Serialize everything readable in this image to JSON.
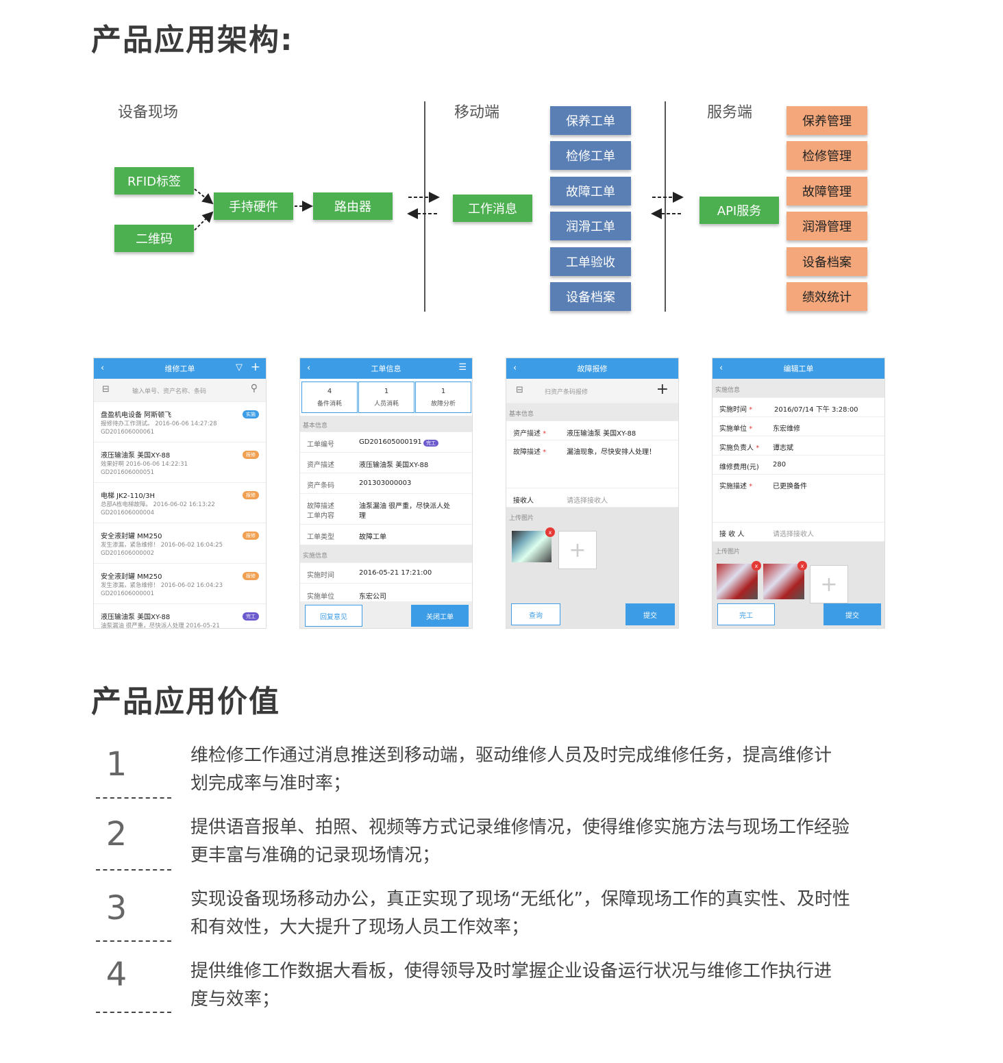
{
  "title1": "产品应用架构:",
  "arch": {
    "field_label": "设备现场",
    "mobile_label": "移动端",
    "server_label": "服务端",
    "rfid": "RFID标签",
    "qrcode": "二维码",
    "handheld": "手持硬件",
    "router": "路由器",
    "work_msg": "工作消息",
    "api": "API服务",
    "mobile_items": [
      "保养工单",
      "检修工单",
      "故障工单",
      "润滑工单",
      "工单验收",
      "设备档案"
    ],
    "server_items": [
      "保养管理",
      "检修管理",
      "故障管理",
      "润滑管理",
      "设备档案",
      "绩效统计"
    ],
    "colors": {
      "green": "#4caf50",
      "blue": "#5a7fb5",
      "orange": "#f3a77a"
    }
  },
  "phone1": {
    "title": "维修工单",
    "search_placeholder": "输入单号、资产名称、条码",
    "items": [
      {
        "t": "盘盈机电设备 阿斯顿飞",
        "d": "报修待办工作测试。 2016-06-06 14:27:28",
        "c": "GD201606000061",
        "tag": "实施",
        "color": "#3d9ce6"
      },
      {
        "t": "液压输油泵 美国XY-88",
        "d": "效果好啊 2016-06-06 14:22:31",
        "c": "GD201606000051",
        "tag": "报修",
        "color": "#f0a050"
      },
      {
        "t": "电梯 JK2-110/3H",
        "d": "总部A栋电梯故障。 2016-06-02 16:13:22",
        "c": "GD201606000004",
        "tag": "报修",
        "color": "#f0a050"
      },
      {
        "t": "安全液封罐 MM250",
        "d": "发生渗漏，紧急维修！ 2016-06-02 16:04:25",
        "c": "GD201606000002",
        "tag": "报修",
        "color": "#f0a050"
      },
      {
        "t": "安全液封罐 MM250",
        "d": "发生渗漏，紧急维修！ 2016-06-02 16:04:23",
        "c": "GD201606000001",
        "tag": "报修",
        "color": "#f0a050"
      },
      {
        "t": "液压输油泵 美国XY-88",
        "d": "油泵漏油 很严重，尽快派人处理 2016-05-21",
        "c": "",
        "tag": "完工",
        "color": "#6a5acd"
      }
    ]
  },
  "phone2": {
    "title": "工单信息",
    "stats": [
      {
        "n": "4",
        "l": "备件消耗"
      },
      {
        "n": "1",
        "l": "人员消耗"
      },
      {
        "n": "1",
        "l": "故障分析"
      }
    ],
    "sec_basic": "基本信息",
    "order_no_label": "工单编号",
    "order_no": "GD201605000191",
    "order_tag": "完工",
    "asset_desc_label": "资产描述",
    "asset_desc": "液压输油泵 美国XY-88",
    "asset_code_label": "资产条码",
    "asset_code": "201303000003",
    "fault_label1": "故障描述",
    "fault_label2": "工单内容",
    "fault_val1": "油泵漏油 很严重，尽快派人处",
    "fault_val2": "理",
    "type_label": "工单类型",
    "type_val": "故障工单",
    "sec_impl": "实施信息",
    "time_label": "实施时间",
    "time_val": "2016-05-21 17:21:00",
    "unit_label": "实施单位",
    "unit_val": "东宏公司",
    "btn_left": "回复意见",
    "btn_right": "关闭工单"
  },
  "phone3": {
    "title": "故障报修",
    "scan_placeholder": "扫资产条码报修",
    "sec_basic": "基本信息",
    "asset_label": "资产描述",
    "asset_val": "液压输油泵 美国XY-88",
    "fault_label": "故障描述",
    "fault_val": "漏油现象，尽快安排人处理！",
    "receiver_label": "接收人",
    "receiver_placeholder": "请选择接收人",
    "upload_label": "上传图片",
    "btn_left": "查询",
    "btn_right": "提交"
  },
  "phone4": {
    "title": "编辑工单",
    "sec_impl": "实施信息",
    "rows": [
      {
        "l": "实施时间",
        "v": "2016/07/14 下午 3:28:00"
      },
      {
        "l": "实施单位",
        "v": "东宏维修"
      },
      {
        "l": "实施负责人",
        "v": "谭志斌"
      },
      {
        "l": "维修费用(元)",
        "v": "280"
      },
      {
        "l": "实施描述",
        "v": "已更换备件"
      }
    ],
    "receiver_label": "接 收 人",
    "receiver_placeholder": "请选择接收人",
    "upload_label": "上传图片",
    "btn_left": "完工",
    "btn_right": "提交"
  },
  "title2": "产品应用价值",
  "values": [
    {
      "n": "1",
      "l1": "维检修工作通过消息推送到移动端，驱动维修人员及时完成维修任务，提高维修计",
      "l2": "划完成率与准时率；"
    },
    {
      "n": "2",
      "l1": "提供语音报单、拍照、视频等方式记录维修情况，使得维修实施方法与现场工作经验",
      "l2": "更丰富与准确的记录现场情况；"
    },
    {
      "n": "3",
      "l1": "实现设备现场移动办公，真正实现了现场“无纸化”，保障现场工作的真实性、及时性",
      "l2": "和有效性，大大提升了现场人员工作效率；"
    },
    {
      "n": "4",
      "l1": "提供维修工作数据大看板，使得领导及时掌握企业设备运行状况与维修工作执行进",
      "l2": "度与效率；"
    }
  ]
}
